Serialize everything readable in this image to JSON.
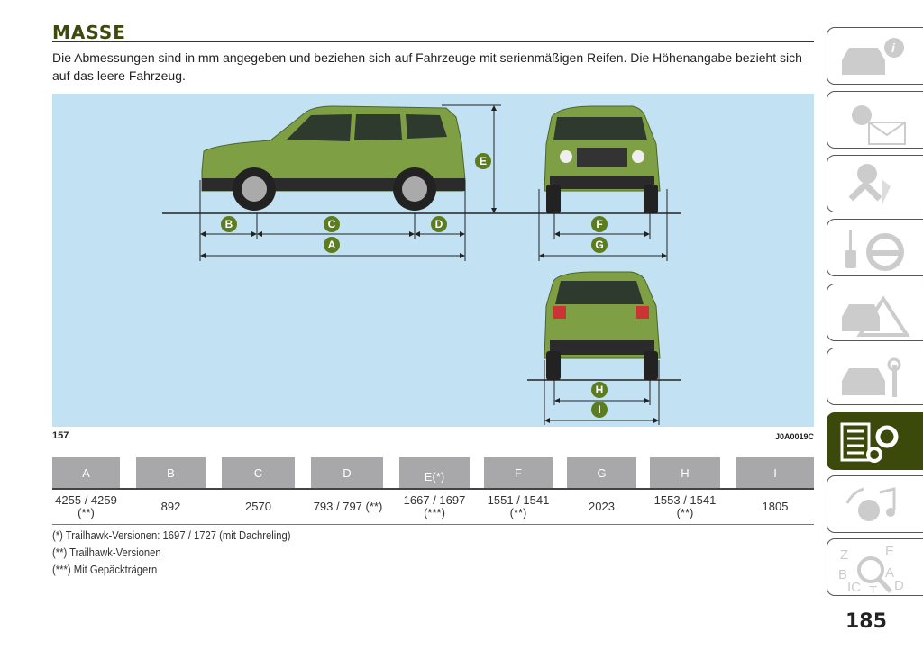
{
  "title": "MASSE",
  "intro": "Die Abmessungen sind in mm angegeben und beziehen sich auf Fahrzeuge mit serienmäßigen Reifen. Die Höhenangabe bezieht sich auf das leere Fahrzeug.",
  "figure": {
    "number": "157",
    "code": "J0A0019C",
    "labels": {
      "A": "A",
      "B": "B",
      "C": "C",
      "D": "D",
      "E": "E",
      "F": "F",
      "G": "G",
      "H": "H",
      "I": "I"
    }
  },
  "table": {
    "headers": [
      "A",
      "B",
      "C",
      "D",
      "E(*)",
      "F",
      "G",
      "H",
      "I"
    ],
    "values": [
      [
        "4255 / 4259",
        "(**)"
      ],
      [
        "892"
      ],
      [
        "2570"
      ],
      [
        "793 / 797 (**)"
      ],
      [
        "1667 / 1697",
        "(***)"
      ],
      [
        "1551 / 1541",
        "(**)"
      ],
      [
        "2023"
      ],
      [
        "1553 / 1541",
        "(**)"
      ],
      [
        "1805"
      ]
    ]
  },
  "footnotes": [
    "(*) Trailhawk-Versionen: 1697 / 1727 (mit Dachreling)",
    "(**) Trailhawk-Versionen",
    "(***) Mit Gepäckträgern"
  ],
  "sidebar": [
    "car-info-icon",
    "warning-lights-icon",
    "safety-airbag-icon",
    "key-steering-icon",
    "emergency-icon",
    "maintenance-icon",
    "technical-data-icon",
    "multimedia-icon",
    "index-icon"
  ],
  "page_number": "185",
  "colors": {
    "accent": "#3b4a0a",
    "car": "#7f9f45",
    "diagram_bg": "#c2e2f3"
  }
}
